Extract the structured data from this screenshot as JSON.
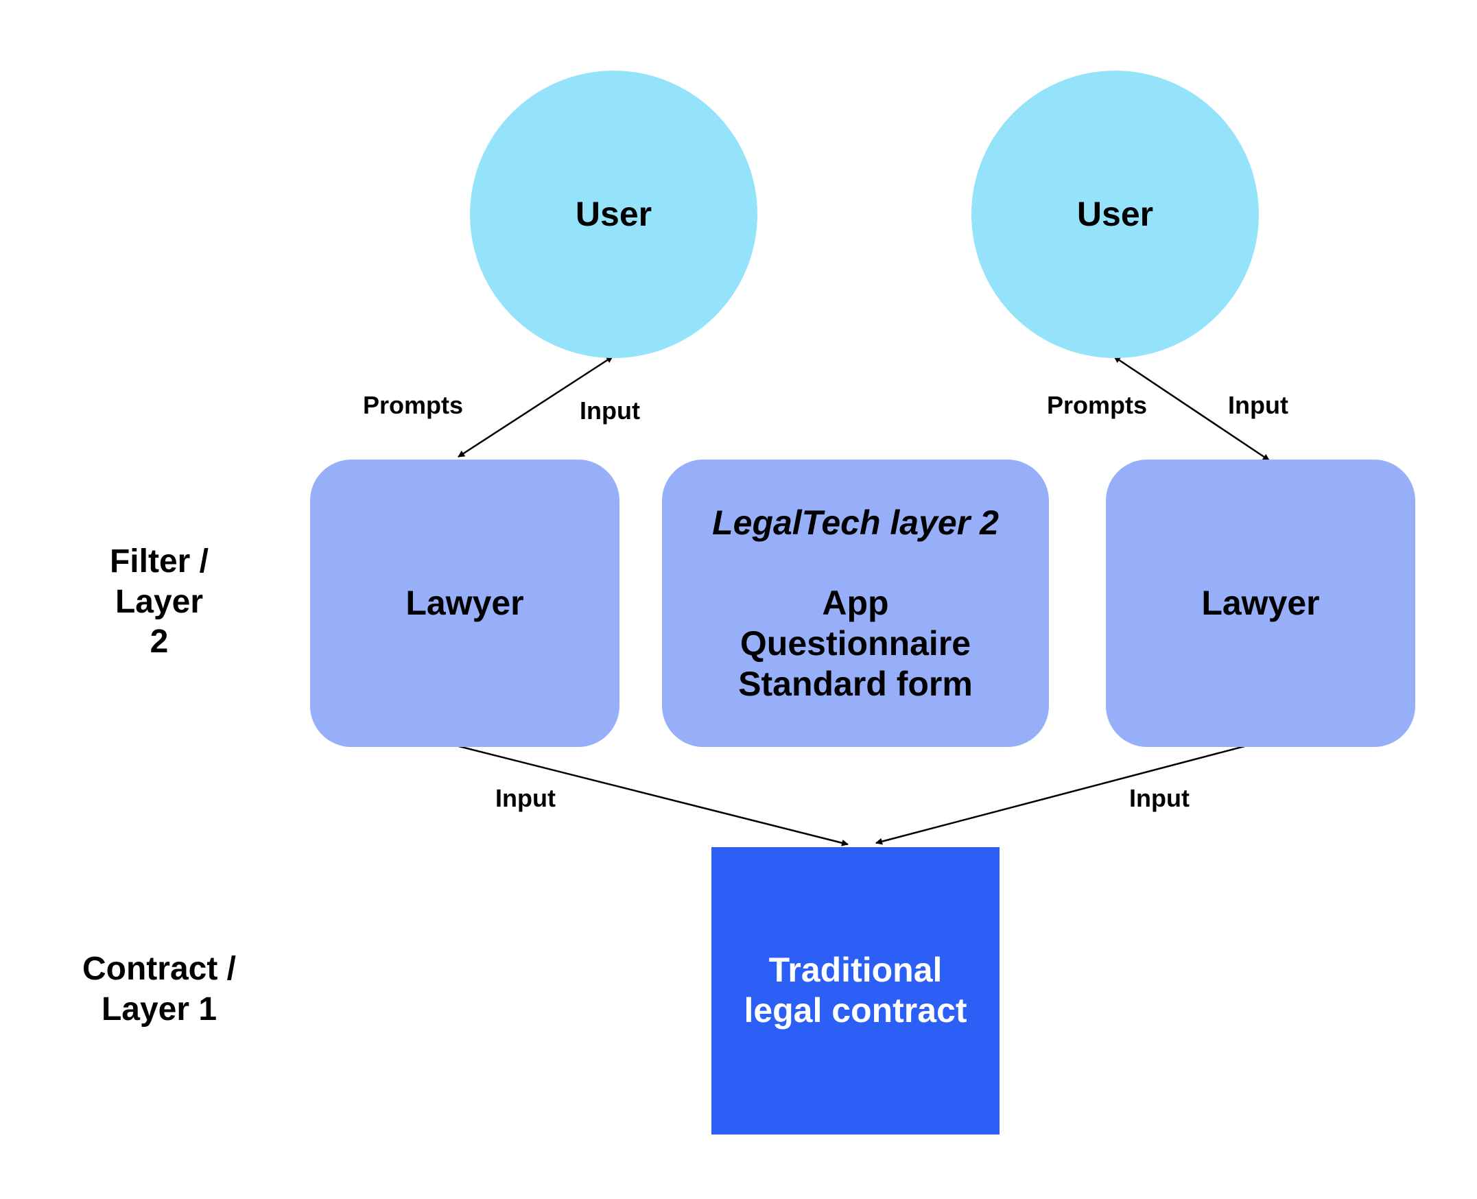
{
  "colors": {
    "user_fill": "#94e3fb",
    "layer2_fill": "#97aff8",
    "contract_fill": "#2b5ff5",
    "contract_text": "#ffffff",
    "edge": "#000000"
  },
  "rows": {
    "filter": [
      "Filter /",
      "Layer",
      "2"
    ],
    "contract": [
      "Contract /",
      "Layer 1"
    ]
  },
  "nodes": {
    "user_left": "User",
    "user_right": "User",
    "lawyer_left": "Lawyer",
    "lawyer_right": "Lawyer",
    "legaltech": {
      "title": "LegalTech layer 2",
      "lines": [
        "App",
        "Questionnaire",
        "Standard form"
      ]
    },
    "contract": [
      "Traditional",
      "legal contract"
    ]
  },
  "edges": {
    "left_prompts": "Prompts",
    "left_input": "Input",
    "right_prompts": "Prompts",
    "right_input": "Input",
    "lawyer_left_to_contract": "Input",
    "lawyer_right_to_contract": "Input"
  }
}
